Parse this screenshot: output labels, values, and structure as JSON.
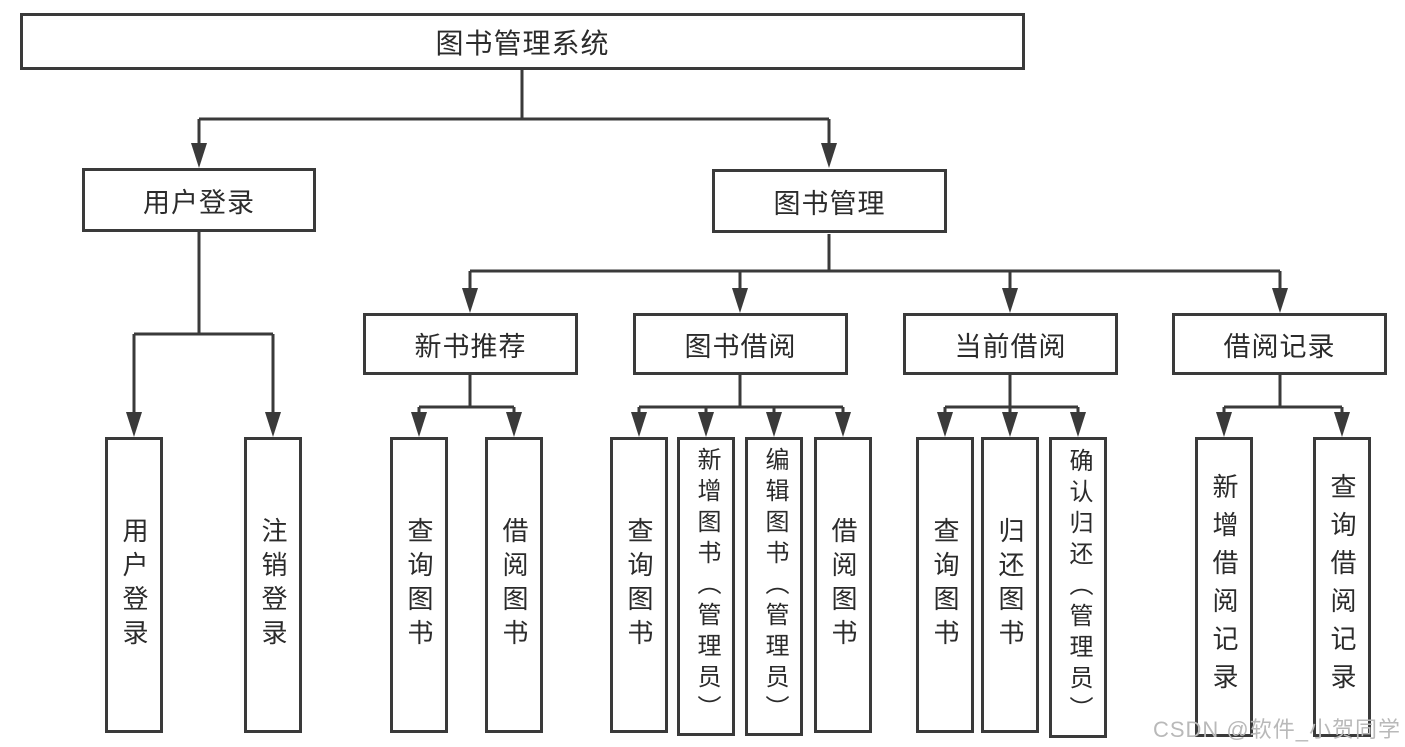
{
  "title": "图书管理系统",
  "watermark": "CSDN @软件_小贺同学",
  "colors": {
    "line": "#3a3a3a",
    "box_border": "#3a3a3a",
    "text": "#2b2b2b",
    "watermark": "#b9b9b9",
    "background": "#ffffff"
  },
  "tree": {
    "root": {
      "label": "图书管理系统"
    },
    "branches": [
      {
        "label": "用户登录",
        "children": [
          {
            "label": "用户登录"
          },
          {
            "label": "注销登录"
          }
        ]
      },
      {
        "label": "图书管理",
        "children": [
          {
            "label": "新书推荐",
            "children": [
              {
                "label": "查询图书"
              },
              {
                "label": "借阅图书"
              }
            ]
          },
          {
            "label": "图书借阅",
            "children": [
              {
                "label": "查询图书"
              },
              {
                "label": "新增图书（管理员）"
              },
              {
                "label": "编辑图书（管理员）"
              },
              {
                "label": "借阅图书"
              }
            ]
          },
          {
            "label": "当前借阅",
            "children": [
              {
                "label": "查询图书"
              },
              {
                "label": "归还图书"
              },
              {
                "label": "确认归还（管理员）"
              }
            ]
          },
          {
            "label": "借阅记录",
            "children": [
              {
                "label": "新增借阅记录"
              },
              {
                "label": "查询借阅记录"
              }
            ]
          }
        ]
      }
    ]
  }
}
